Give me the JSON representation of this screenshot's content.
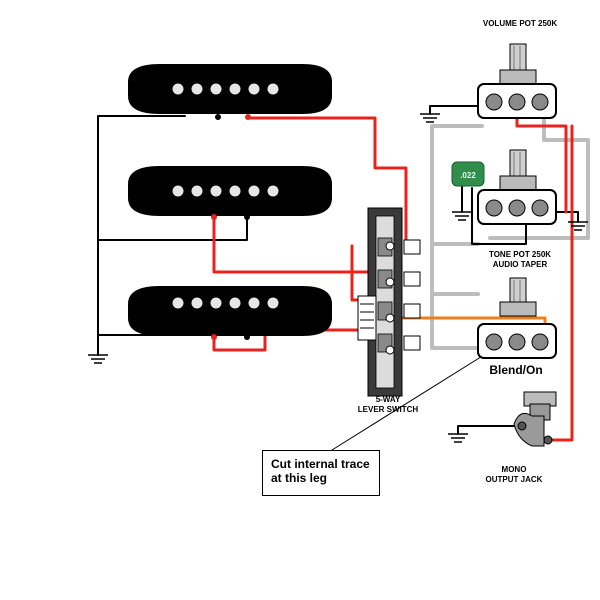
{
  "labels": {
    "volume_pot": "VOLUME POT 250K",
    "tone_pot_line1": "TONE POT 250K",
    "tone_pot_line2": "AUDIO TAPER",
    "capacitor": ".022",
    "switch_line1": "5-WAY",
    "switch_line2": "LEVER SWITCH",
    "blend_pot": "Blend/On",
    "jack_line1": "MONO",
    "jack_line2": "OUTPUT JACK",
    "callout_line1": "Cut internal trace",
    "callout_line2": "at this leg"
  },
  "colors": {
    "hot_wire": "#e8231e",
    "ground_wire": "#000000",
    "shield_wire": "#bdbdbd",
    "blend_wire": "#f07e1a",
    "pickup_body": "#000000",
    "capacitor": "#2f8f4a"
  },
  "components": {
    "pickups": [
      "neck-pickup",
      "middle-pickup",
      "bridge-pickup"
    ],
    "pots": [
      "volume-pot",
      "tone-pot",
      "blend-pot"
    ],
    "switch": "lever-switch",
    "jack": "output-jack"
  }
}
